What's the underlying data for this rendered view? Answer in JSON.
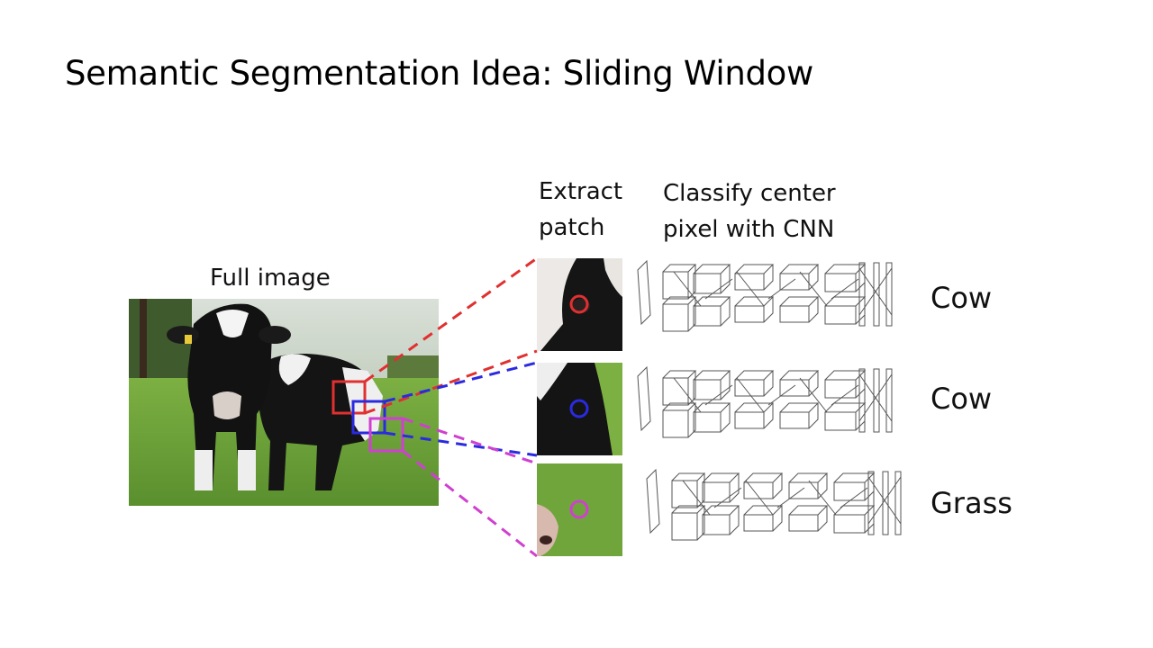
{
  "slide": {
    "title": "Semantic Segmentation Idea: Sliding Window"
  },
  "labels": {
    "full_image": "Full image",
    "extract_line1": "Extract",
    "extract_line2": "patch",
    "classify_line1": "Classify center",
    "classify_line2": "pixel with CNN"
  },
  "patches": [
    {
      "class": "Cow",
      "color": "#e03030"
    },
    {
      "class": "Cow",
      "color": "#2a2ae0"
    },
    {
      "class": "Grass",
      "color": "#d040d0"
    }
  ],
  "colors": {
    "grass": "#6fa53a",
    "sky": "#c9d6c2",
    "cow_black": "#111111",
    "cow_white": "#f2f2f2"
  }
}
